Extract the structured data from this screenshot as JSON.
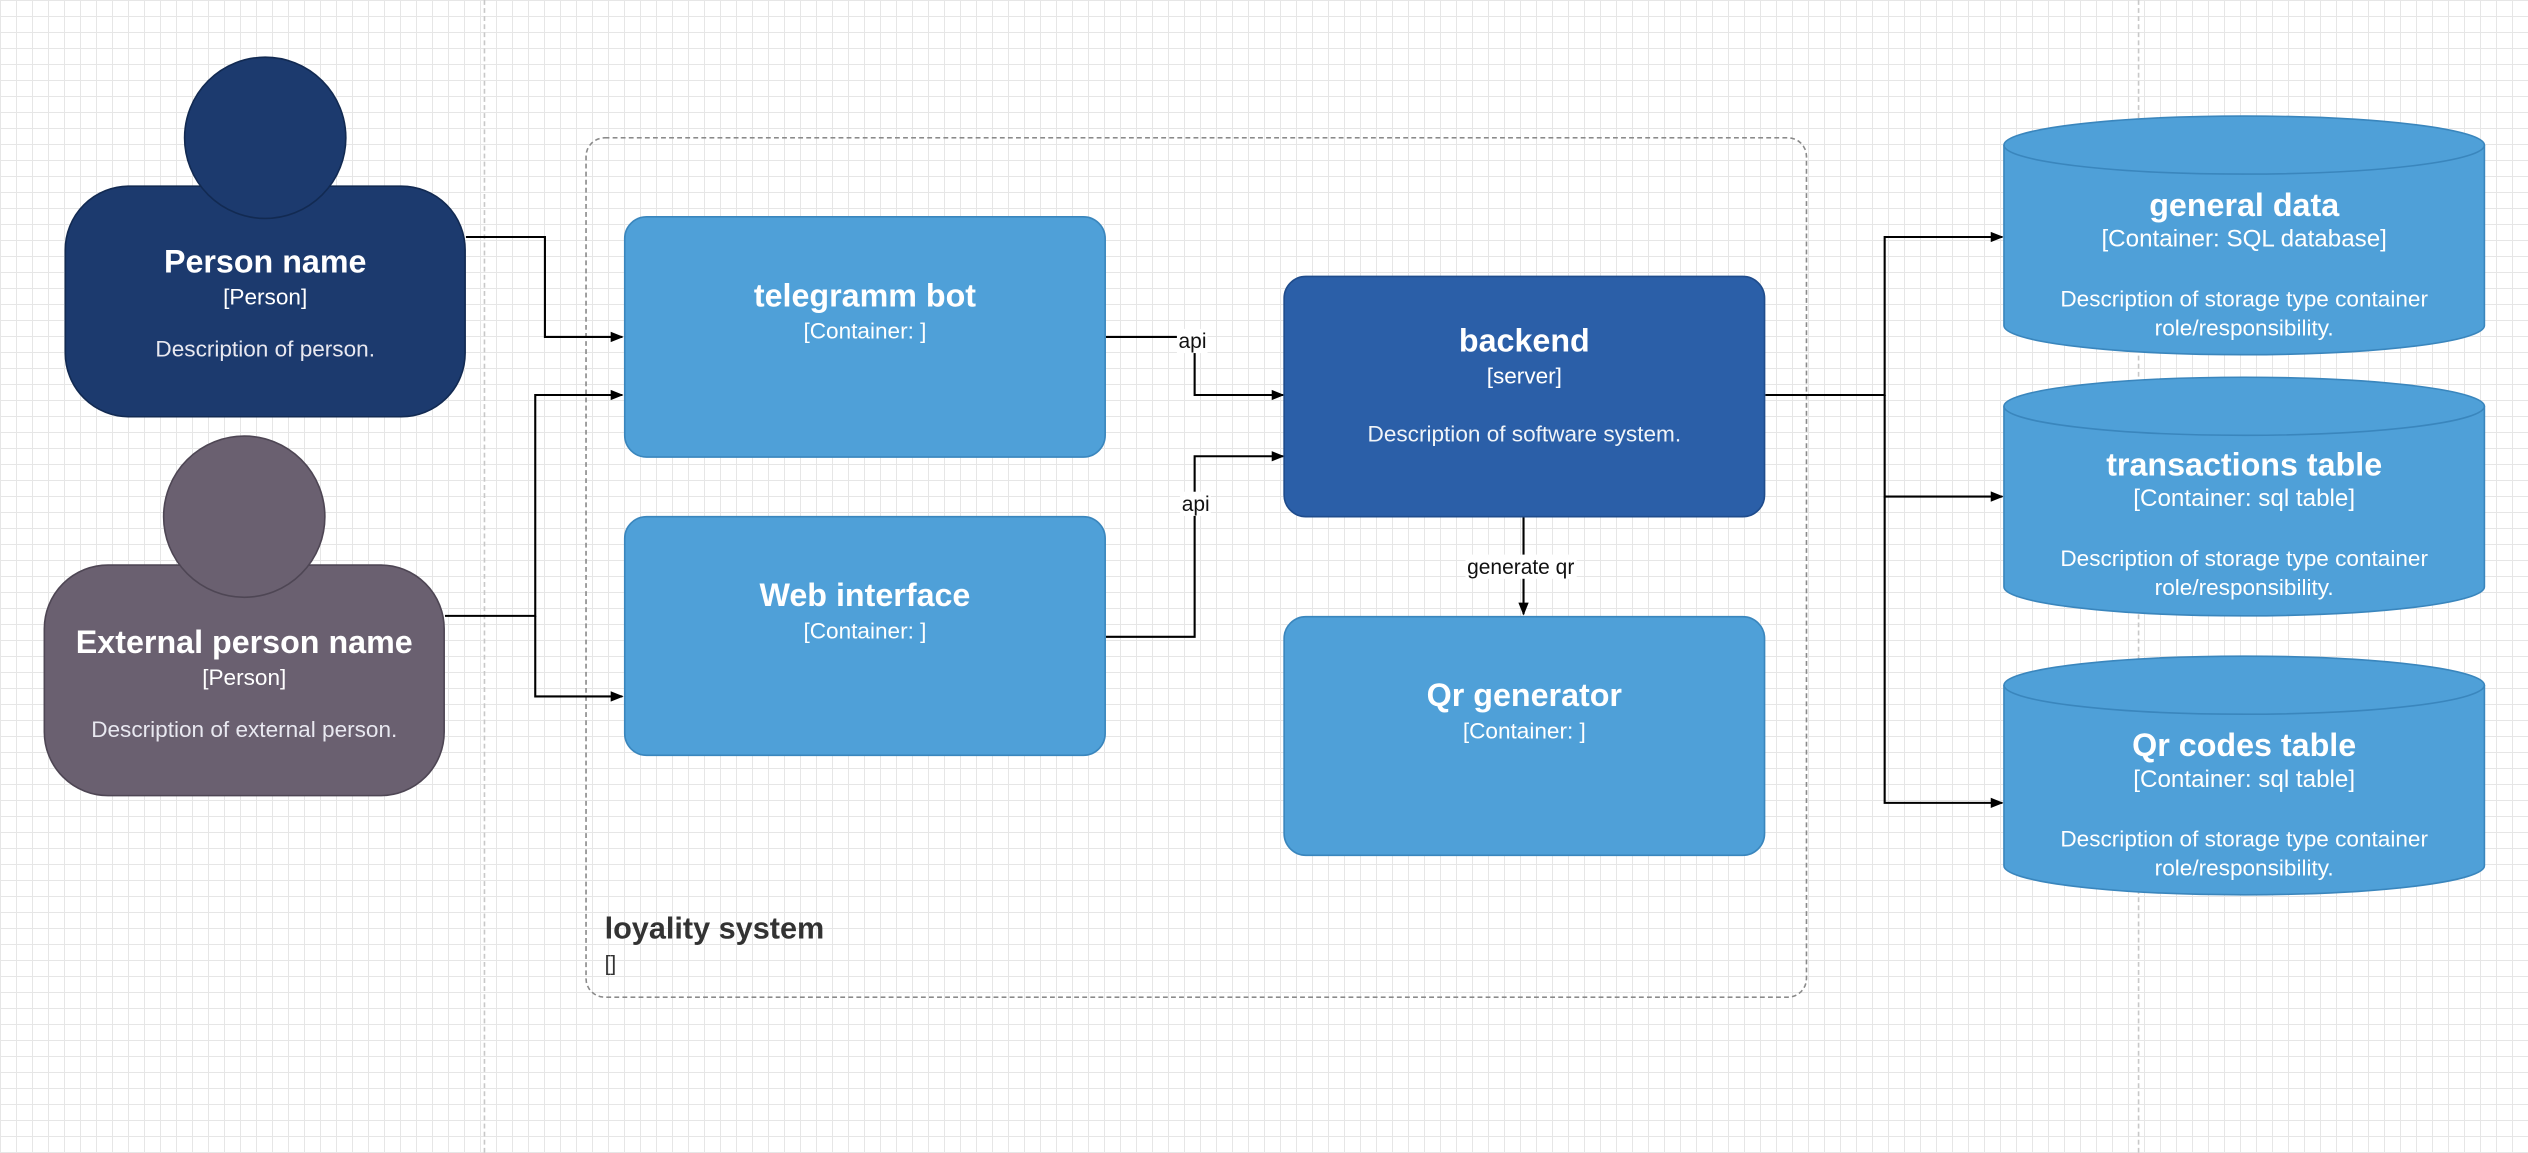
{
  "colors": {
    "person": "#1c3a6e",
    "external_person": "#6a6070",
    "container": "#4fa0d8",
    "software_system": "#2b5fa8",
    "database": "#4fa0d8",
    "boundary": "#8a8a8a"
  },
  "person": {
    "name": "Person name",
    "tech": "[Person]",
    "description": "Description of person."
  },
  "external_person": {
    "name": "External person name",
    "tech": "[Person]",
    "description": "Description of external person."
  },
  "boundary": {
    "title": "loyality system",
    "tech": "[]"
  },
  "containers": {
    "telegram_bot": {
      "name": "telegramm bot",
      "tech": "[Container: ]"
    },
    "web_interface": {
      "name": "Web interface",
      "tech": "[Container: ]"
    },
    "qr_generator": {
      "name": "Qr generator",
      "tech": "[Container: ]"
    }
  },
  "backend": {
    "name": "backend",
    "tech": "[server]",
    "description": "Description of software system."
  },
  "databases": {
    "general": {
      "name": "general data",
      "tech": "[Container: SQL database]",
      "description": "Description of storage type container role/responsibility."
    },
    "transactions": {
      "name": "transactions table",
      "tech": "[Container: sql table]",
      "description": "Description of storage type container role/responsibility."
    },
    "qr_codes": {
      "name": "Qr codes table",
      "tech": "[Container: sql table]",
      "description": "Description of storage type container role/responsibility."
    }
  },
  "edge_labels": {
    "bot_api": "api",
    "web_api": "api",
    "generate": "generate qr"
  }
}
